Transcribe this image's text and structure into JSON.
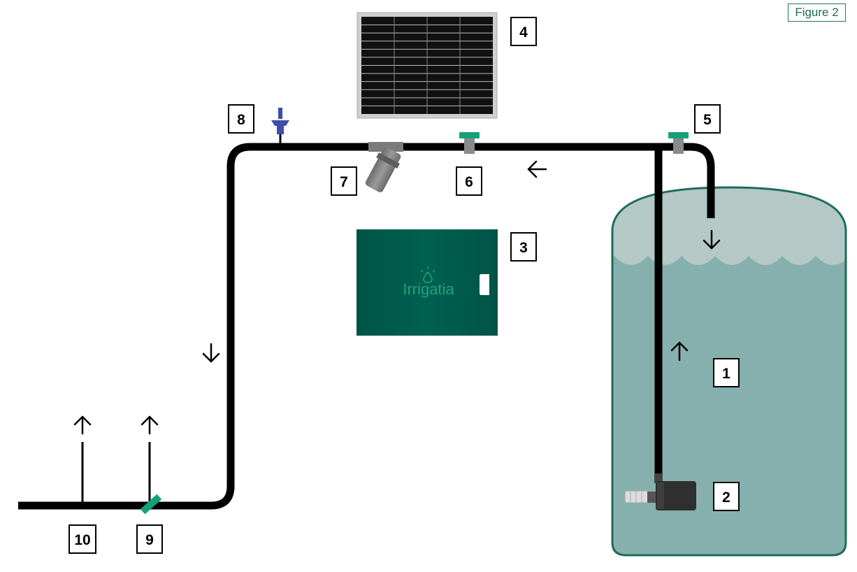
{
  "figure_label": "Figure 2",
  "controller": {
    "brand": "Irrigatia"
  },
  "callouts": {
    "c1": "1",
    "c2": "2",
    "c3": "3",
    "c4": "4",
    "c5": "5",
    "c6": "6",
    "c7": "7",
    "c8": "8",
    "c9": "9",
    "c10": "10"
  },
  "colors": {
    "pipe": "#000000",
    "tank_fill": "#86b0ad",
    "tank_top": "#b4c8c6",
    "tank_border": "#1f6b5a",
    "controller": "#00594a",
    "controller_text": "#22a37a",
    "valve_green": "#16a077",
    "dripper_blue": "#3b4fa8"
  }
}
